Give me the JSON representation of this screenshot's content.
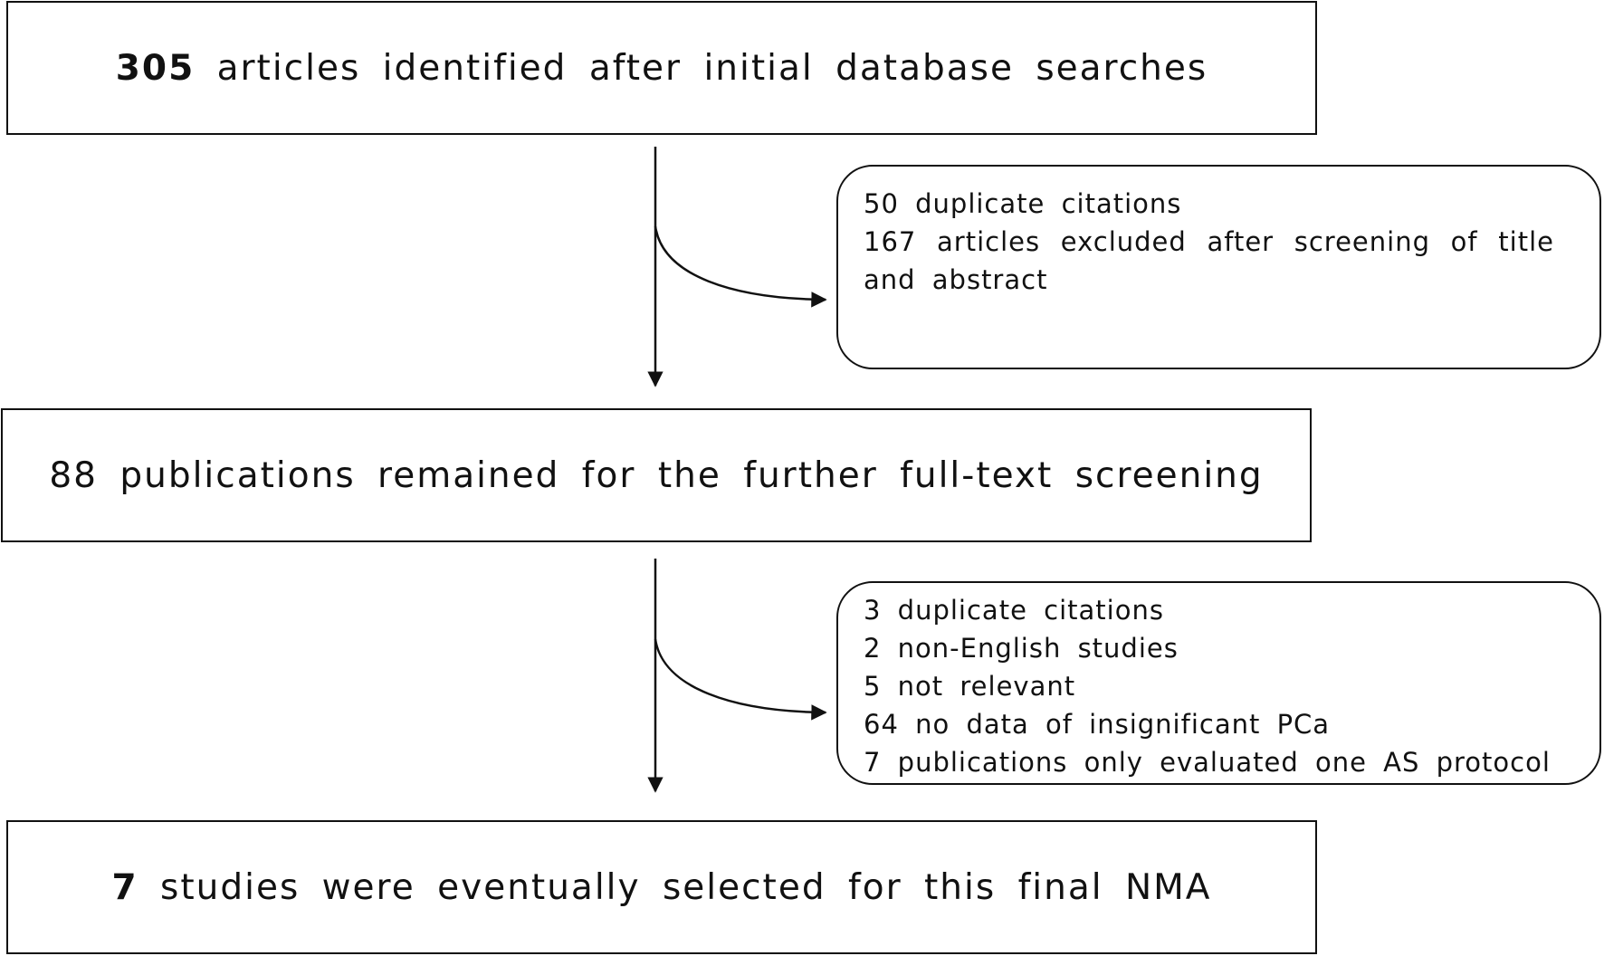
{
  "boxes": {
    "identified": {
      "count": "305",
      "text": "articles identified after initial database searches"
    },
    "fulltext": {
      "text": "88 publications remained for the further full-text screening"
    },
    "final": {
      "count": "7",
      "text": "studies were eventually selected for this final NMA"
    }
  },
  "exclusions_1": {
    "lines": [
      "50 duplicate citations",
      "167 articles excluded after screening of title and abstract"
    ]
  },
  "exclusions_2": {
    "lines": [
      "3 duplicate citations",
      "2 non-English studies",
      "5 not relevant",
      "64 no data of insignificant PCa",
      "7 publications only evaluated one AS protocol"
    ]
  }
}
